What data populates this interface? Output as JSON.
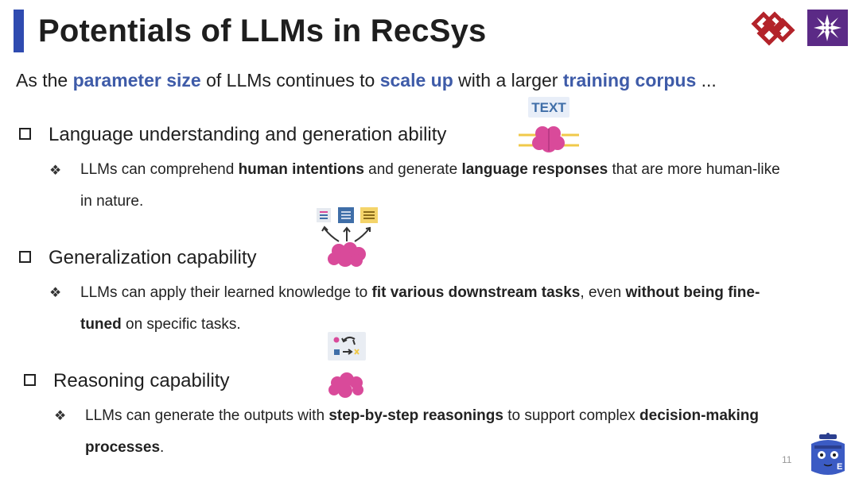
{
  "slide": {
    "title": "Potentials of LLMs in RecSys",
    "page_number": "11",
    "intro": {
      "prefix": "As the ",
      "hl1": "parameter size",
      "mid1": " of LLMs continues to ",
      "hl2": "scale up",
      "mid2": " with a larger ",
      "hl3": "training corpus",
      "suffix": " ..."
    },
    "sections": [
      {
        "heading": "Language understanding and generation ability",
        "bullet": {
          "t1": "LLMs can comprehend ",
          "b1": "human intentions",
          "t2": " and generate ",
          "b2": "language responses",
          "t3": " that are more human-like",
          "t4": "in nature."
        },
        "icon_label": "TEXT"
      },
      {
        "heading": "Generalization capability",
        "bullet": {
          "t1": "LLMs can apply their learned knowledge to ",
          "b1": "fit various downstream tasks",
          "t2": ", even ",
          "b2": "without being fine-",
          "b3": "tuned",
          "t3": " on specific tasks."
        }
      },
      {
        "heading": "Reasoning capability",
        "bullet": {
          "t1": "LLMs can generate the outputs with ",
          "b1": "step-by-step reasonings",
          "t2": " to support complex ",
          "b2": "decision-making",
          "b3": "processes",
          "t3": "."
        }
      }
    ]
  },
  "colors": {
    "accent": "#2f4bb0",
    "highlight": "#3e5ba8",
    "logo_red": "#b3232a",
    "logo_purple": "#5b2a86",
    "brain": "#d94a9a"
  },
  "icons": [
    "polyu-logo-icon",
    "university-logo-icon",
    "brain-text-icon",
    "brain-documents-icon",
    "brain-reasoning-icon",
    "mascot-icon",
    "checkbox-icon",
    "diamond-bullet-icon"
  ]
}
